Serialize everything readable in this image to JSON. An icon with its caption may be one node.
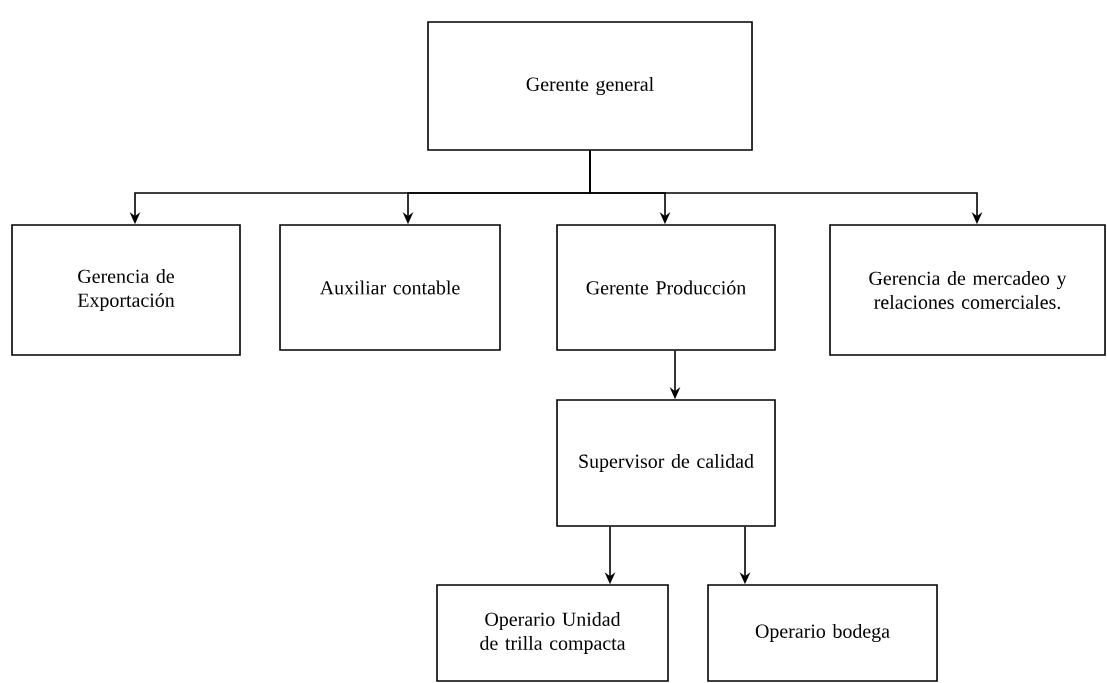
{
  "diagram": {
    "nodes": [
      {
        "text": [
          "Gerente general"
        ]
      },
      {
        "text": [
          "Gerencia de Exportación"
        ]
      },
      {
        "text": [
          "Auxiliar contable"
        ]
      },
      {
        "text": [
          "Gerente Producción"
        ]
      },
      {
        "text": [
          "Gerencia de mercadeo y relaciones comerciales."
        ]
      },
      {
        "text": [
          "Supervisor de calidad"
        ]
      },
      {
        "text": [
          "Operario Unidad de trilla compacta"
        ]
      },
      {
        "text": [
          "Operario bodega"
        ]
      }
    ],
    "edges": [
      {
        "from": 0,
        "to": 1,
        "arrow": "to"
      },
      {
        "from": 0,
        "to": 2,
        "arrow": "to"
      },
      {
        "from": 0,
        "to": 3,
        "arrow": "to"
      },
      {
        "from": 0,
        "to": 4,
        "arrow": "to"
      },
      {
        "from": 3,
        "to": 5,
        "arrow": "to"
      },
      {
        "from": 5,
        "to": 6,
        "arrow": "to"
      },
      {
        "from": 5,
        "to": 7,
        "arrow": "to"
      }
    ]
  }
}
